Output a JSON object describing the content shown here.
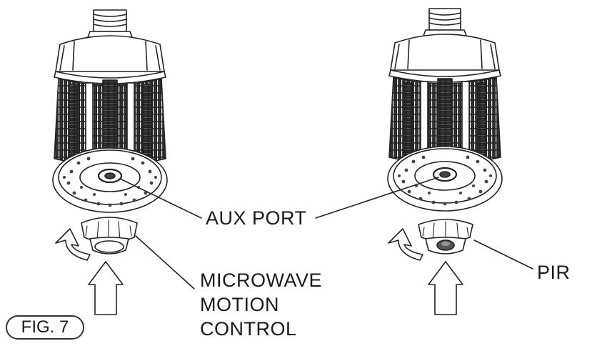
{
  "figure": {
    "label": "FIG. 7"
  },
  "labels": {
    "aux_port": "AUX PORT",
    "pir": "PIR",
    "microwave_lines": [
      "MICROWAVE",
      "MOTION",
      "CONTROL"
    ]
  }
}
